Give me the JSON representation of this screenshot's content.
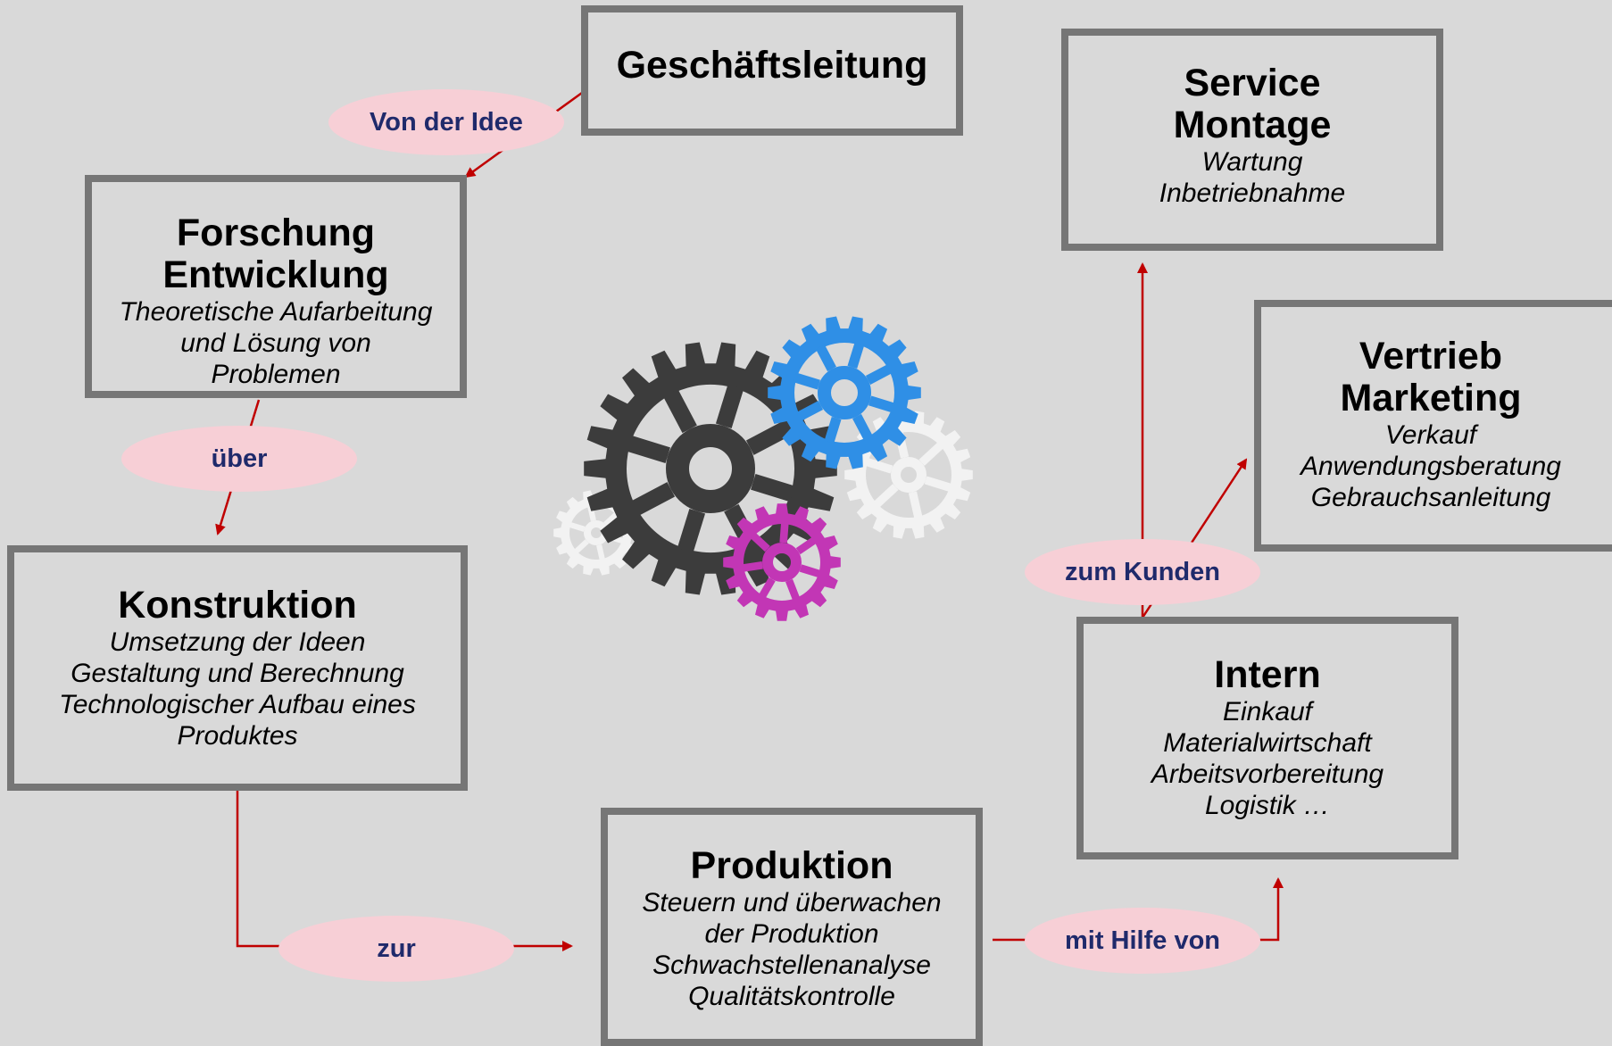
{
  "colors": {
    "background": "#d9d9d9",
    "box_border": "#767676",
    "arrow": "#c00000",
    "pill_fill": "#f7cfd6",
    "pill_text": "#1f2a6b",
    "gear_dark": "#3c3c3c",
    "gear_blue": "#2f8fe6",
    "gear_magenta": "#c236b5",
    "gear_light": "#f2f2f2"
  },
  "boxes": {
    "geschaeftsleitung": {
      "title": [
        "Geschäftsleitung"
      ],
      "lines": []
    },
    "forschung": {
      "title": [
        "Forschung",
        "Entwicklung"
      ],
      "lines": [
        "Theoretische Aufarbeitung",
        "und Lösung von",
        "Problemen"
      ]
    },
    "konstruktion": {
      "title": [
        "Konstruktion"
      ],
      "lines": [
        "Umsetzung der Ideen",
        "Gestaltung und Berechnung",
        "Technologischer Aufbau eines",
        "Produktes"
      ]
    },
    "produktion": {
      "title": [
        "Produktion"
      ],
      "lines": [
        "Steuern und überwachen",
        "der Produktion",
        "Schwachstellenanalyse",
        "Qualitätskontrolle"
      ]
    },
    "intern": {
      "title": [
        "Intern"
      ],
      "lines": [
        "Einkauf",
        "Materialwirtschaft",
        "Arbeitsvorbereitung",
        "Logistik …"
      ]
    },
    "service": {
      "title": [
        "Service",
        "Montage"
      ],
      "lines": [
        "Wartung",
        "Inbetriebnahme"
      ]
    },
    "vertrieb": {
      "title": [
        "Vertrieb",
        "Marketing"
      ],
      "lines": [
        "Verkauf",
        "Anwendungsberatung",
        "Gebrauchsanleitung"
      ]
    }
  },
  "connectors": {
    "von_der_idee": "Von der Idee",
    "ueber": "über",
    "zur": "zur",
    "mit_hilfe_von": "mit Hilfe von",
    "zum_kunden": "zum Kunden"
  }
}
